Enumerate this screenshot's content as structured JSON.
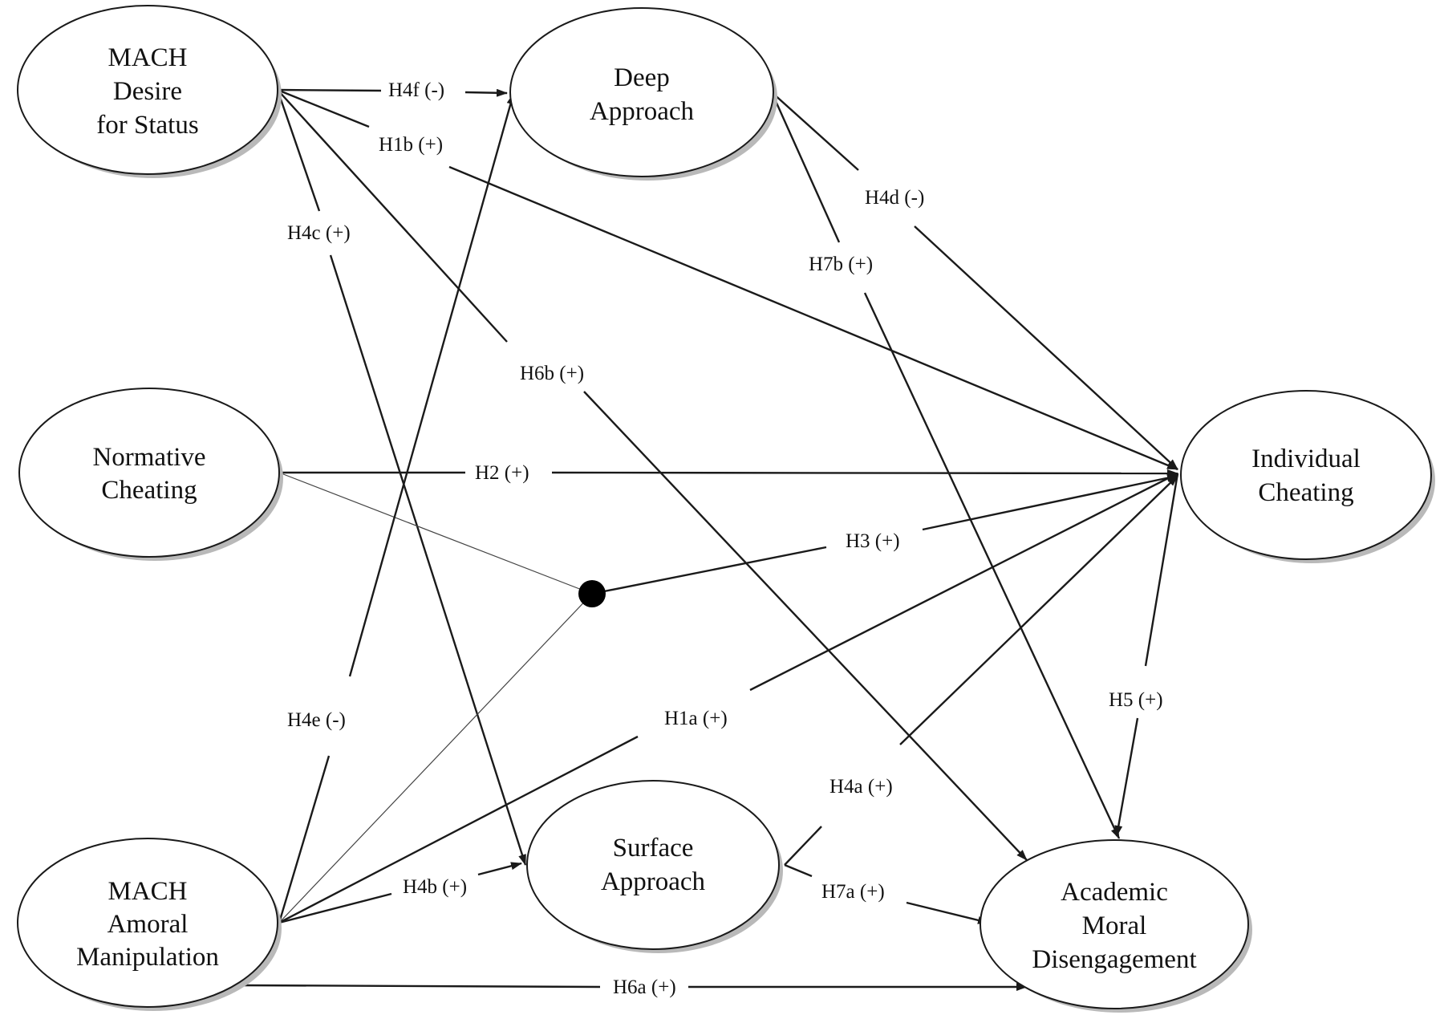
{
  "nodes": {
    "mach_desire": {
      "lines": [
        "MACH",
        "Desire",
        "for Status"
      ]
    },
    "deep_approach": {
      "lines": [
        "Deep",
        "Approach"
      ]
    },
    "normative_cheating": {
      "lines": [
        "Normative",
        "Cheating"
      ]
    },
    "individual_cheating": {
      "lines": [
        "Individual",
        "Cheating"
      ]
    },
    "mach_amoral": {
      "lines": [
        "MACH",
        "Amoral",
        "Manipulation"
      ]
    },
    "surface_approach": {
      "lines": [
        "Surface",
        "Approach"
      ]
    },
    "academic_moral": {
      "lines": [
        "Academic",
        "Moral",
        "Disengagement"
      ]
    }
  },
  "hypotheses": {
    "h4f": "H4f (-)",
    "h1b": "H1b (+)",
    "h4c": "H4c (+)",
    "h6b": "H6b (+)",
    "h4d": "H4d (-)",
    "h7b": "H7b (+)",
    "h2": "H2 (+)",
    "h3": "H3 (+)",
    "h4e": "H4e (-)",
    "h1a": "H1a (+)",
    "h5": "H5 (+)",
    "h4a": "H4a (+)",
    "h4b": "H4b (+)",
    "h7a": "H7a (+)",
    "h6a": "H6a (+)"
  },
  "colors": {
    "line": "#1a1a1a",
    "shadow": "#b9b9b9",
    "moderator_dot": "#000000"
  }
}
